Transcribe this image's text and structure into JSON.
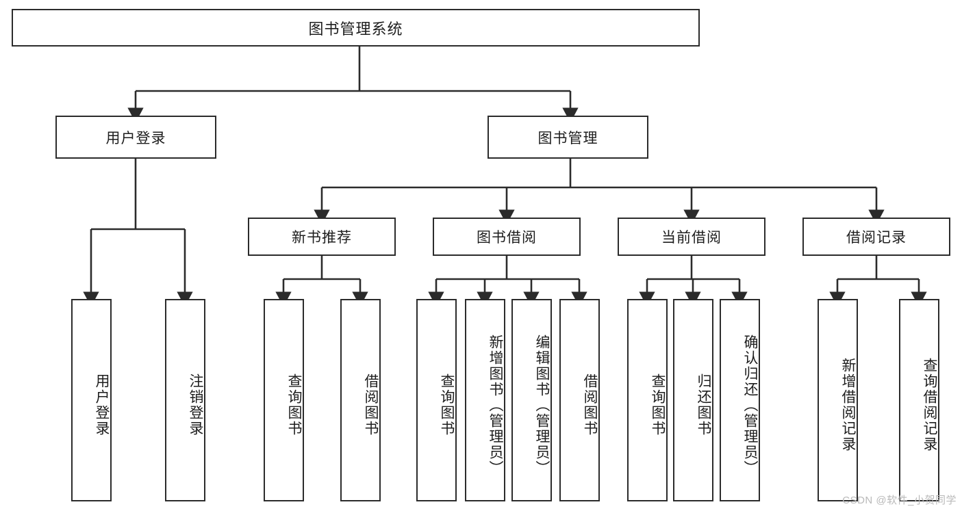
{
  "diagram": {
    "title": "图书管理系统",
    "type": "tree-hierarchy-chart",
    "watermark": "CSDN @软件_小贺同学",
    "colors": {
      "box_border": "#2b2b2b",
      "box_fill": "#ffffff",
      "connector": "#2b2b2b",
      "text": "#1d1d1d",
      "watermark": "#b9b9b9"
    },
    "root": {
      "label": "图书管理系统"
    },
    "level2": [
      {
        "label": "用户登录"
      },
      {
        "label": "图书管理"
      }
    ],
    "level3": [
      {
        "label": "新书推荐"
      },
      {
        "label": "图书借阅"
      },
      {
        "label": "当前借阅"
      },
      {
        "label": "借阅记录"
      }
    ],
    "leaves_user_login": [
      {
        "label": "用户登录"
      },
      {
        "label": "注销登录"
      }
    ],
    "leaves_new_book": [
      {
        "label": "查询图书"
      },
      {
        "label": "借阅图书"
      }
    ],
    "leaves_borrow": [
      {
        "label": "查询图书"
      },
      {
        "label": "新增图书（管理员）"
      },
      {
        "label": "编辑图书（管理员）"
      },
      {
        "label": "借阅图书"
      }
    ],
    "leaves_current": [
      {
        "label": "查询图书"
      },
      {
        "label": "归还图书"
      },
      {
        "label": "确认归还（管理员）"
      }
    ],
    "leaves_records": [
      {
        "label": "新增借阅记录"
      },
      {
        "label": "查询借阅记录"
      }
    ]
  }
}
